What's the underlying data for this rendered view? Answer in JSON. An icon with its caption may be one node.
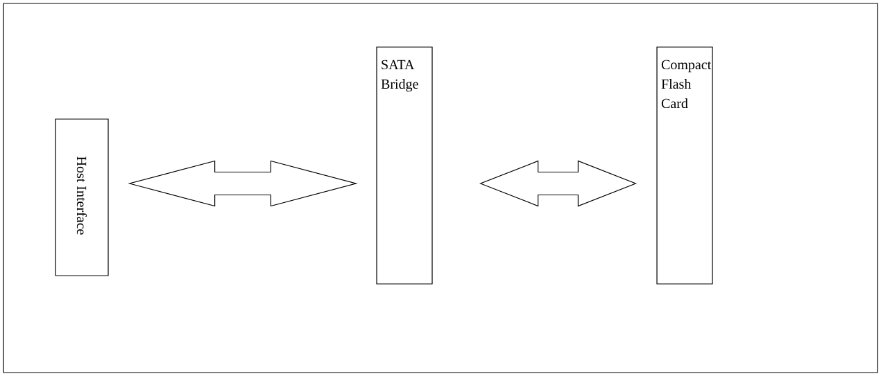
{
  "diagram": {
    "nodes": [
      {
        "text": [
          "Host Interface"
        ]
      },
      {
        "text": [
          "SATA Bridge"
        ]
      },
      {
        "text": [
          "Compact Flash Card"
        ]
      }
    ],
    "edges": [
      {
        "from": 0,
        "to": 1,
        "arrow": "both"
      },
      {
        "from": 1,
        "to": 2,
        "arrow": "both"
      }
    ]
  }
}
